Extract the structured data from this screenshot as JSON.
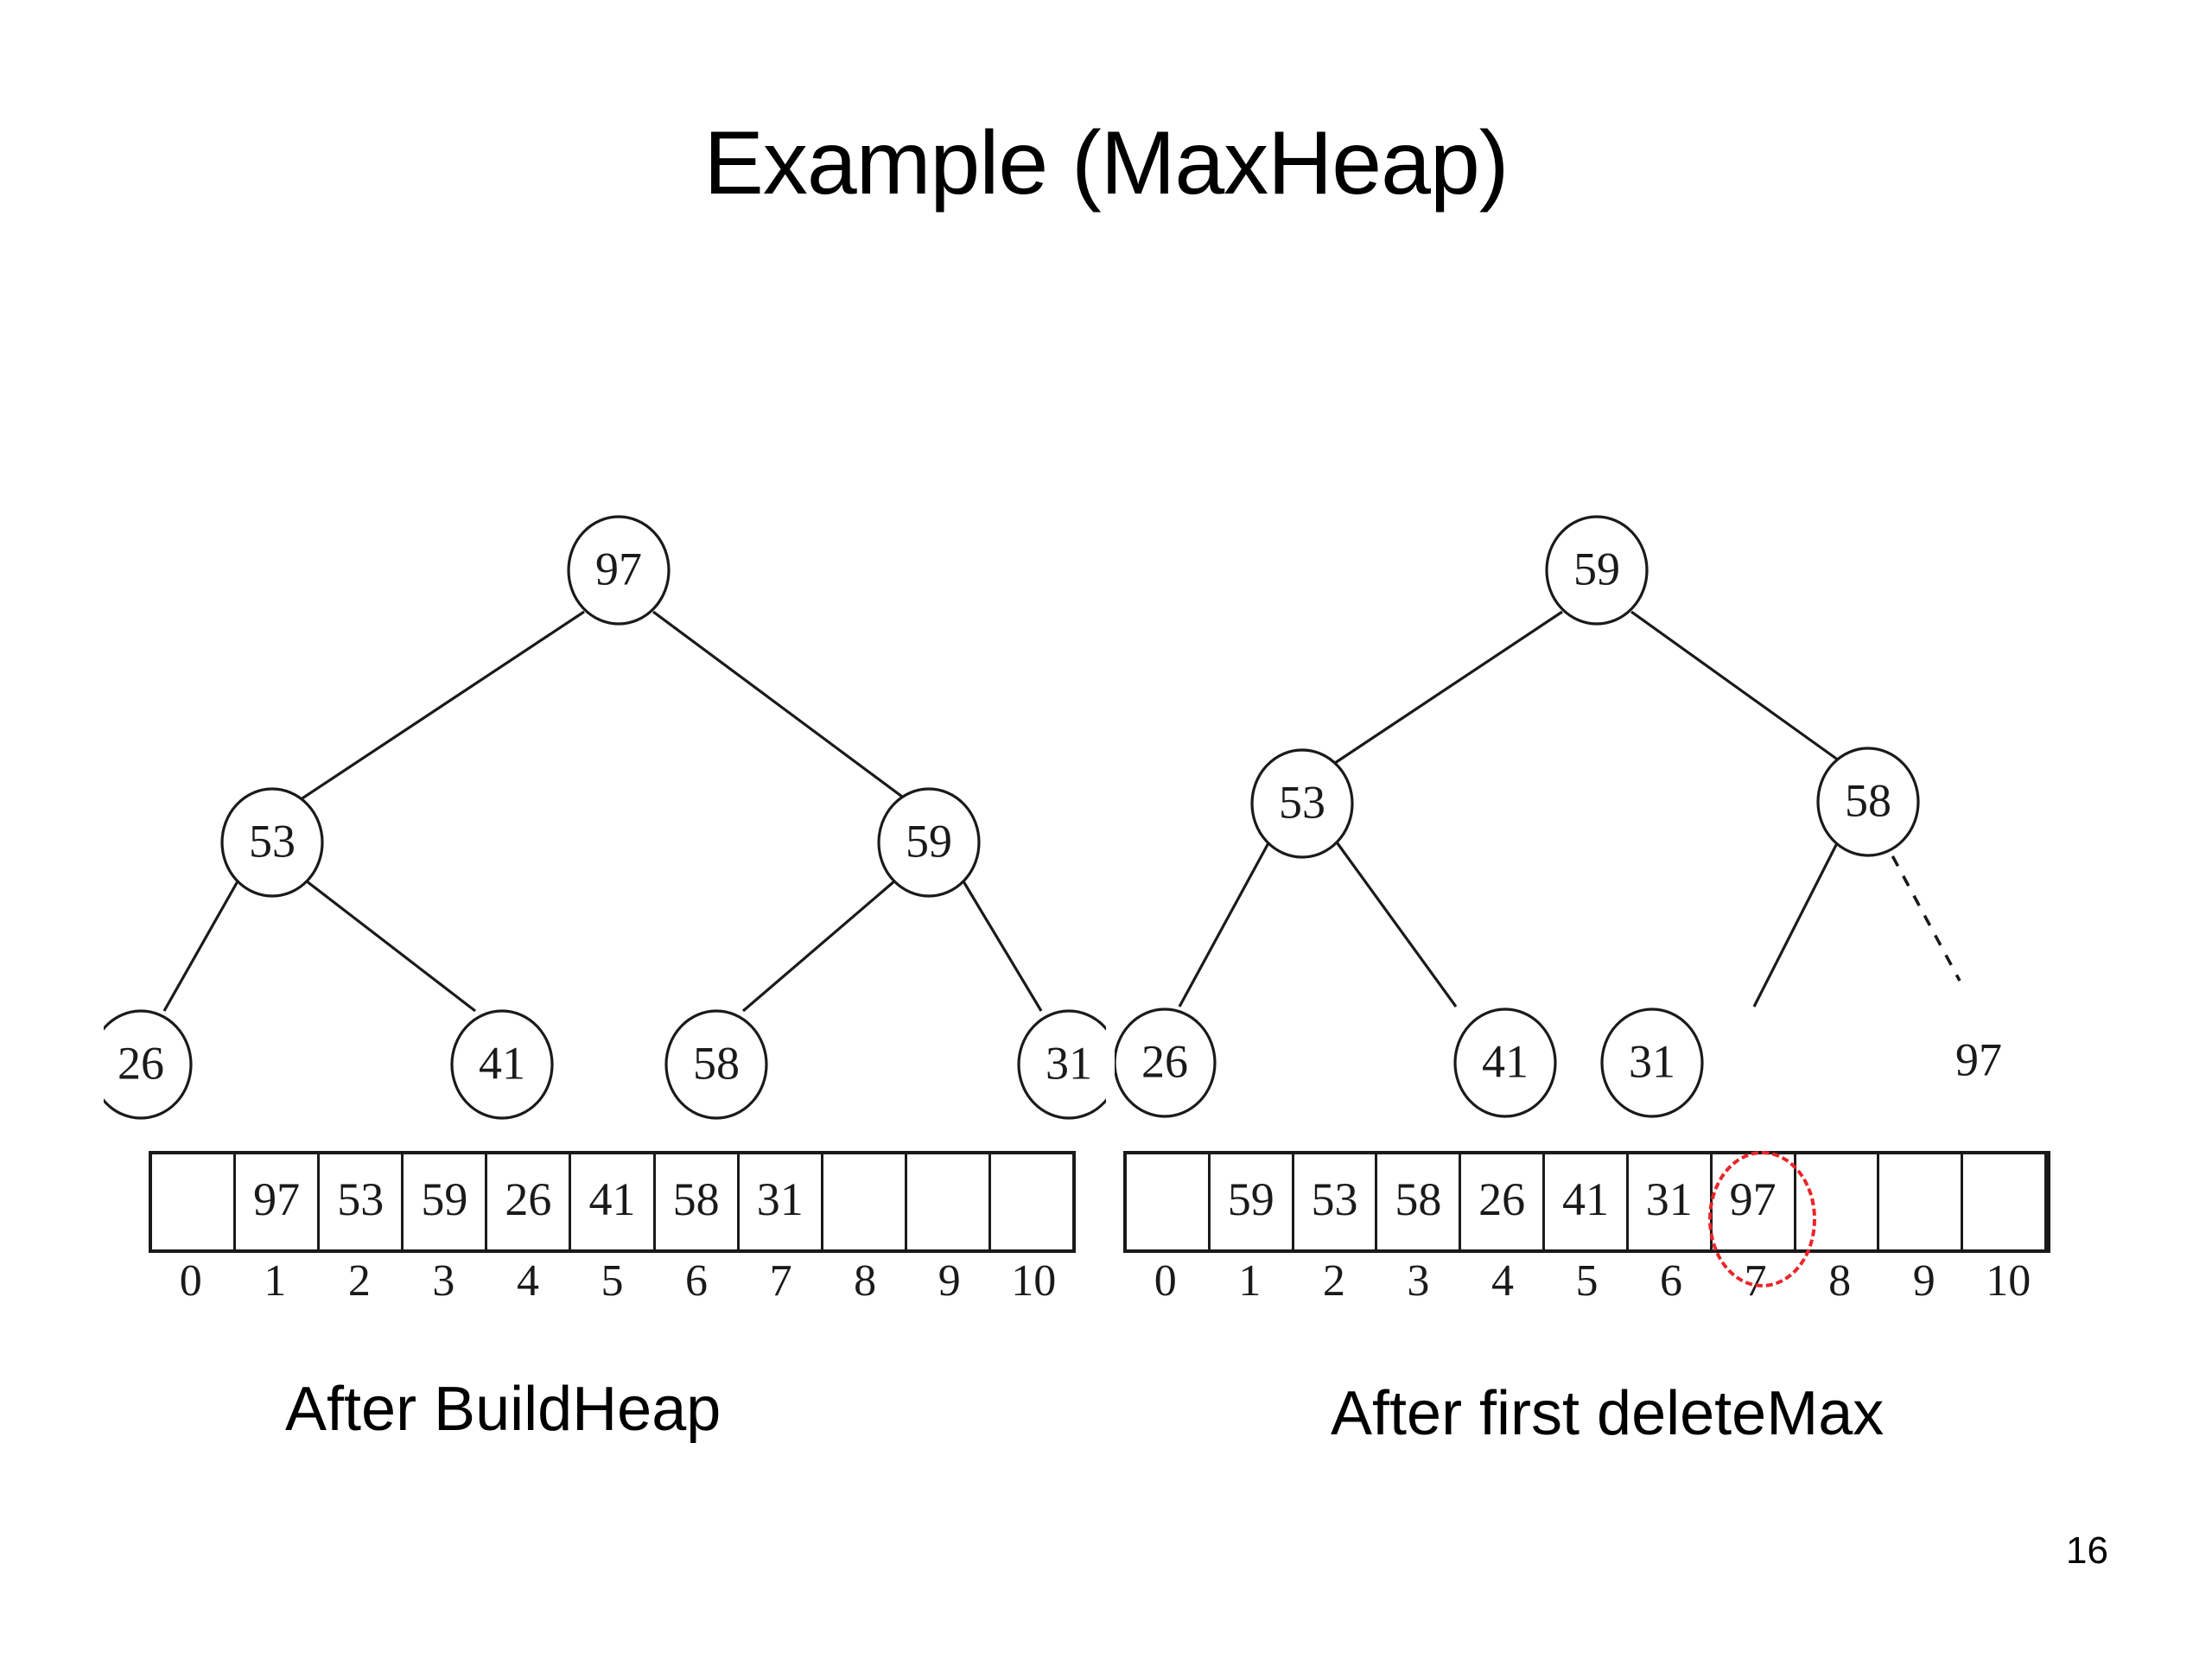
{
  "slide": {
    "title": "Example (MaxHeap)",
    "page_number": "16"
  },
  "left_panel": {
    "caption": "After BuildHeap",
    "tree": {
      "root": "97",
      "level2": [
        "53",
        "59"
      ],
      "leaves": [
        "26",
        "41",
        "58",
        "31"
      ]
    },
    "array": {
      "cells": [
        "",
        "97",
        "53",
        "59",
        "26",
        "41",
        "58",
        "31",
        "",
        "",
        ""
      ],
      "indices": [
        "0",
        "1",
        "2",
        "3",
        "4",
        "5",
        "6",
        "7",
        "8",
        "9",
        "10"
      ]
    }
  },
  "right_panel": {
    "caption": "After first deleteMax",
    "tree": {
      "root": "59",
      "level2": [
        "53",
        "58"
      ],
      "leaves": [
        "26",
        "41",
        "31"
      ],
      "detached_label": "97"
    },
    "array": {
      "cells": [
        "",
        "59",
        "53",
        "58",
        "26",
        "41",
        "31",
        "97",
        "",
        "",
        ""
      ],
      "indices": [
        "0",
        "1",
        "2",
        "3",
        "4",
        "5",
        "6",
        "7",
        "8",
        "9",
        "10"
      ],
      "highlight_index": 7,
      "highlight_color": "#e8262a"
    }
  },
  "chart_data": {
    "type": "diagram",
    "title": "Example (MaxHeap)",
    "diagrams": [
      {
        "name": "After BuildHeap",
        "structure": "binary-heap-tree",
        "nodes": [
          {
            "index": 1,
            "value": 97,
            "level": 0
          },
          {
            "index": 2,
            "value": 53,
            "level": 1
          },
          {
            "index": 3,
            "value": 59,
            "level": 1
          },
          {
            "index": 4,
            "value": 26,
            "level": 2
          },
          {
            "index": 5,
            "value": 41,
            "level": 2
          },
          {
            "index": 6,
            "value": 58,
            "level": 2
          },
          {
            "index": 7,
            "value": 31,
            "level": 2
          }
        ],
        "edges": [
          [
            1,
            2
          ],
          [
            1,
            3
          ],
          [
            2,
            4
          ],
          [
            2,
            5
          ],
          [
            3,
            6
          ],
          [
            3,
            7
          ]
        ],
        "array": [
          null,
          97,
          53,
          59,
          26,
          41,
          58,
          31,
          null,
          null,
          null
        ],
        "array_indices": [
          0,
          1,
          2,
          3,
          4,
          5,
          6,
          7,
          8,
          9,
          10
        ]
      },
      {
        "name": "After first deleteMax",
        "structure": "binary-heap-tree",
        "nodes": [
          {
            "index": 1,
            "value": 59,
            "level": 0
          },
          {
            "index": 2,
            "value": 53,
            "level": 1
          },
          {
            "index": 3,
            "value": 58,
            "level": 1
          },
          {
            "index": 4,
            "value": 26,
            "level": 2
          },
          {
            "index": 5,
            "value": 41,
            "level": 2
          },
          {
            "index": 6,
            "value": 31,
            "level": 2
          }
        ],
        "edges": [
          [
            1,
            2
          ],
          [
            1,
            3
          ],
          [
            2,
            4
          ],
          [
            2,
            5
          ],
          [
            3,
            6
          ]
        ],
        "detached_node": {
          "value": 97,
          "edge_style": "dashed",
          "from": 3
        },
        "array": [
          null,
          59,
          53,
          58,
          26,
          41,
          31,
          97,
          null,
          null,
          null
        ],
        "array_indices": [
          0,
          1,
          2,
          3,
          4,
          5,
          6,
          7,
          8,
          9,
          10
        ],
        "highlighted_array_index": 7
      }
    ]
  }
}
